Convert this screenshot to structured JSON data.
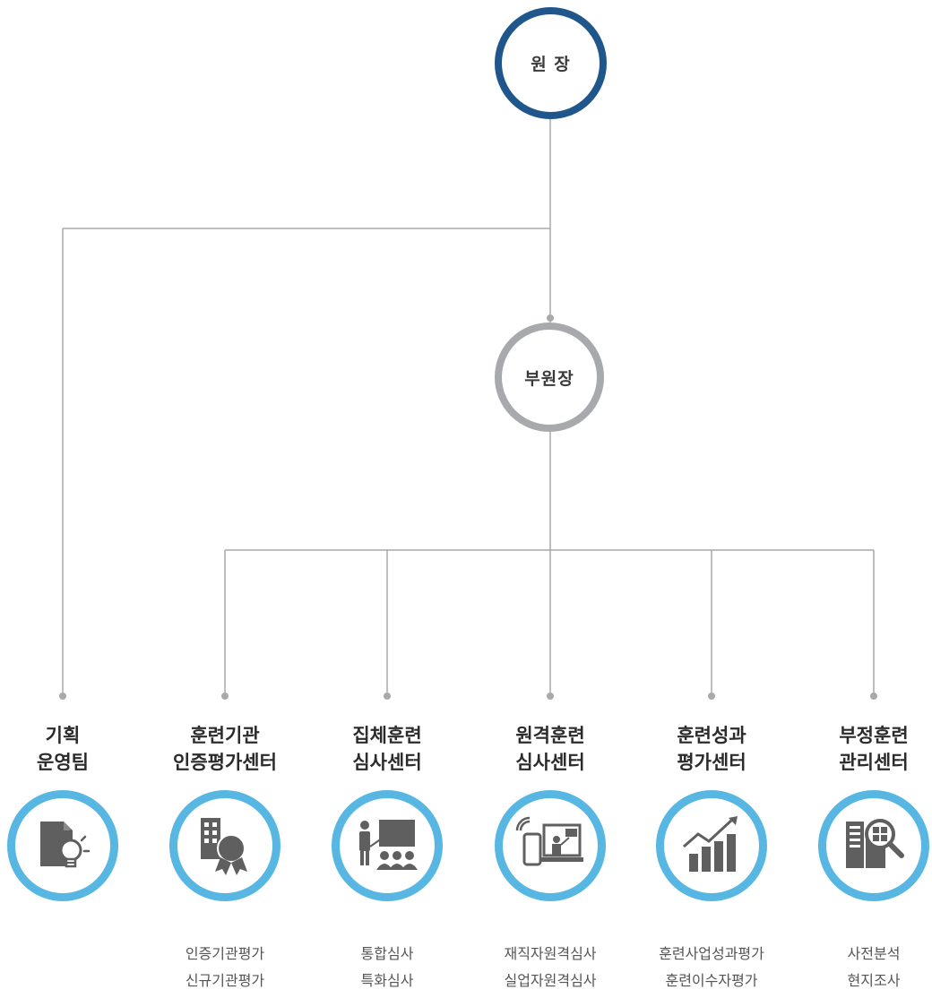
{
  "director": {
    "label": "원 장"
  },
  "vice_director": {
    "label": "부원장"
  },
  "departments": [
    {
      "name_line1": "기획",
      "name_line2": "운영팀",
      "icon": "document-lightbulb-icon",
      "items": []
    },
    {
      "name_line1": "훈련기관",
      "name_line2": "인증평가센터",
      "icon": "building-award-icon",
      "items": [
        "인증기관평가",
        "신규기관평가"
      ]
    },
    {
      "name_line1": "집체훈련",
      "name_line2": "심사센터",
      "icon": "presentation-classroom-icon",
      "items": [
        "통합심사",
        "특화심사"
      ]
    },
    {
      "name_line1": "원격훈련",
      "name_line2": "심사센터",
      "icon": "remote-devices-icon",
      "items": [
        "재직자원격심사",
        "실업자원격심사"
      ]
    },
    {
      "name_line1": "훈련성과",
      "name_line2": "평가센터",
      "icon": "growth-chart-icon",
      "items": [
        "훈련사업성과평가",
        "훈련이수자평가"
      ]
    },
    {
      "name_line1": "부정훈련",
      "name_line2": "관리센터",
      "icon": "building-inspect-icon",
      "items": [
        "사전분석",
        "현지조사"
      ]
    }
  ],
  "colors": {
    "director_ring": "#1f568b",
    "vice_ring": "#a8a9ad",
    "dept_ring": "#57b6e2",
    "icon_fill": "#5f5f5f",
    "line": "#a9a9a9"
  }
}
